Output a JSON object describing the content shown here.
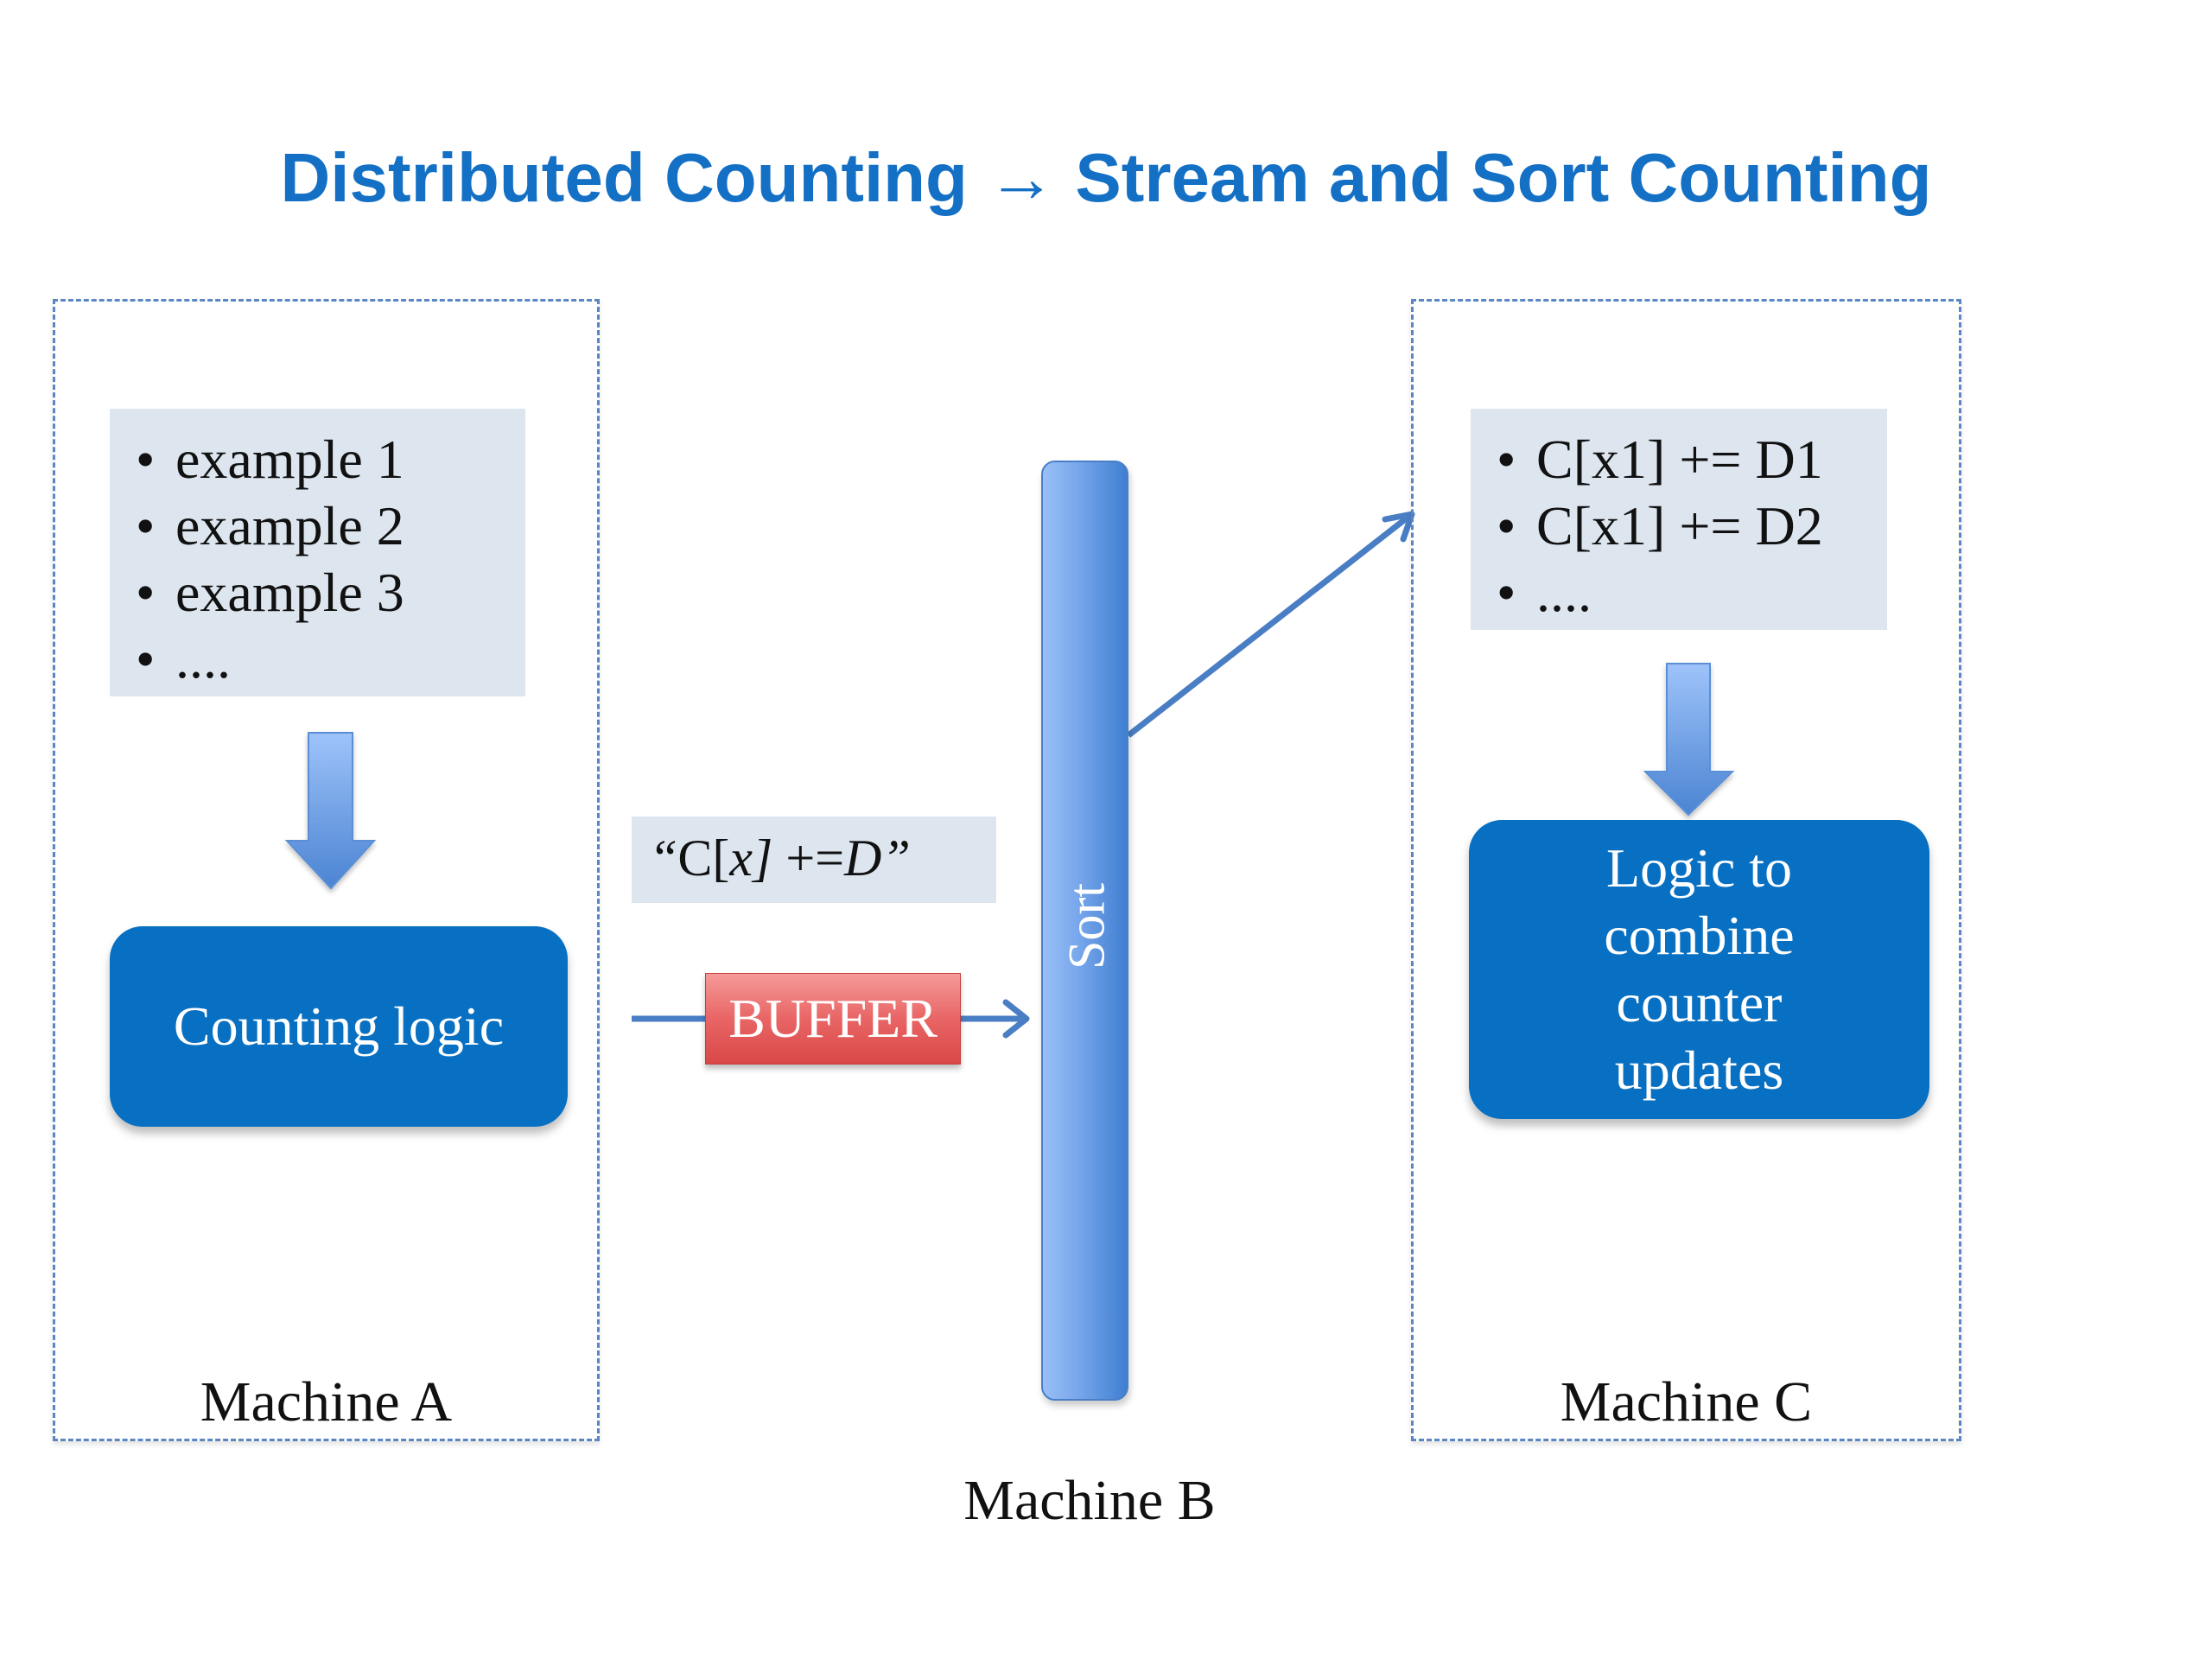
{
  "title": "Distributed Counting → Stream and Sort Counting",
  "colors": {
    "title": "#1470c4",
    "box_fill": "#0870c2",
    "list_bg": "#dde5ef",
    "buffer_fill": "#e96565",
    "connector": "#4a7ec4"
  },
  "machine_a": {
    "label": "Machine A",
    "input_items": [
      "example 1",
      "example 2",
      "example 3",
      "...."
    ],
    "process_box": "Counting logic"
  },
  "machine_b": {
    "label": "Machine B",
    "message": {
      "open_quote": "“",
      "prefix": "C[",
      "var": "x]",
      "op": " +=",
      "value": "D”"
    },
    "buffer": "BUFFER",
    "sort": "Sort"
  },
  "machine_c": {
    "label": "Machine C",
    "update_items": [
      "C[x1] += D1",
      "C[x1] += D2",
      "...."
    ],
    "process_box": [
      "Logic to",
      "combine",
      "counter",
      "updates"
    ]
  },
  "icons": {
    "flow_arrow": "down-arrow-icon",
    "connector_arrow": "right-arrow-icon"
  }
}
